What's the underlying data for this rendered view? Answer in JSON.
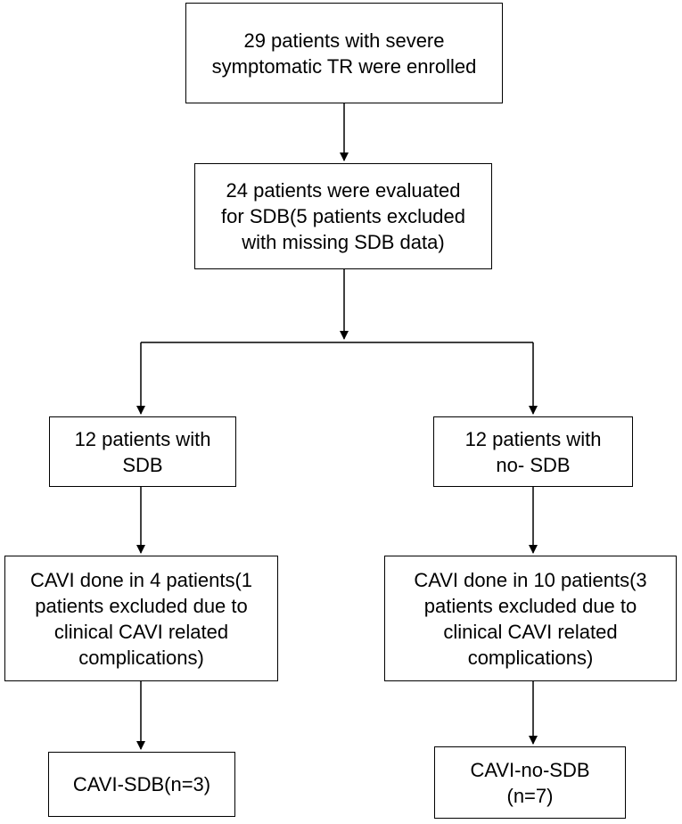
{
  "nodes": {
    "enrolled": "29 patients with severe\nsymptomatic TR were enrolled",
    "evaluated": "24 patients were evaluated\nfor SDB(5 patients excluded\nwith missing SDB data)",
    "sdb": "12 patients with\nSDB",
    "no_sdb": "12 patients with\nno- SDB",
    "cavi_sdb_done": "CAVI done in 4 patients(1\npatients excluded due to\nclinical CAVI related\ncomplications)",
    "cavi_no_sdb_done": "CAVI done in 10 patients(3\npatients excluded due to\nclinical CAVI related\ncomplications)",
    "cavi_sdb_final": "CAVI-SDB(n=3)",
    "cavi_no_sdb_final": "CAVI-no-SDB\n(n=7)"
  }
}
